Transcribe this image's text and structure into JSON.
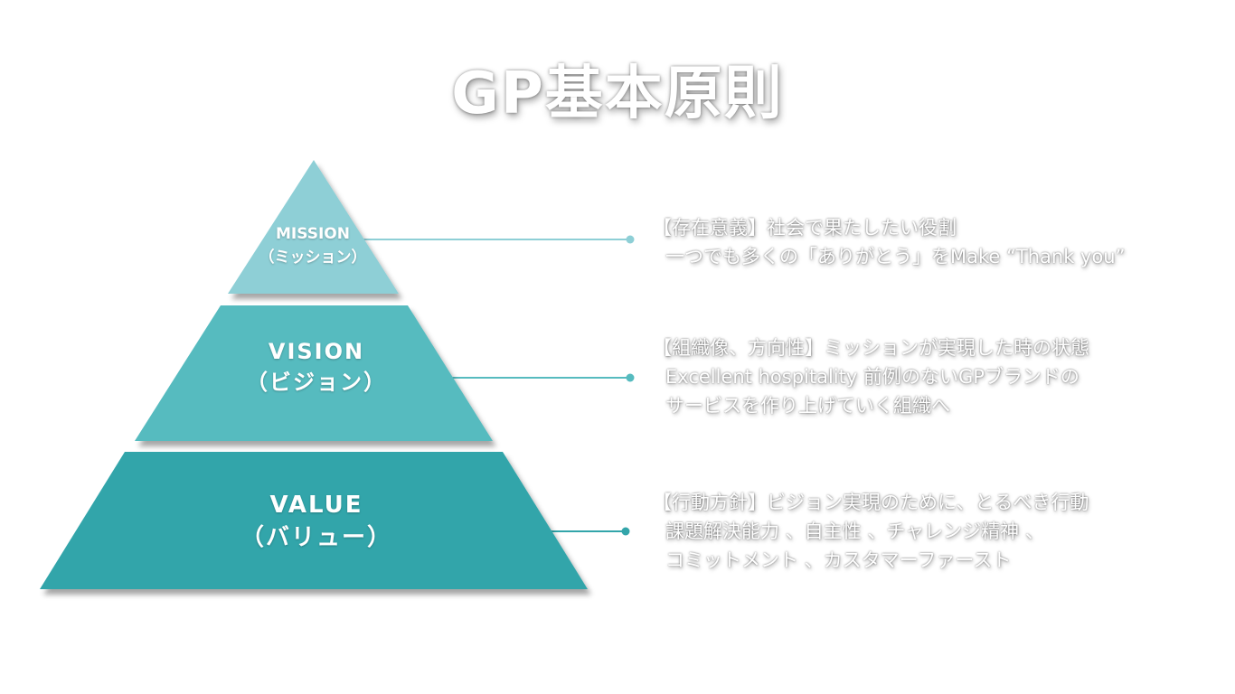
{
  "title": "GP基本原則",
  "colors": {
    "mission": "#8ecfd6",
    "vision": "#56bbbf",
    "value": "#33a5aa",
    "connector_mission": "#8ecfd6",
    "connector_vision": "#56bbbf",
    "connector_value": "#33a5aa"
  },
  "tiers": [
    {
      "name": "MISSION",
      "reading": "（ミッション）",
      "heading": "【存在意義】社会で果たしたい役割",
      "lines": [
        "一つでも多くの「ありがとう」をMake “Thank you”"
      ]
    },
    {
      "name": "VISION",
      "reading": "（ビジョン）",
      "heading": "【組織像、方向性】ミッションが実現した時の状態",
      "lines": [
        "Excellent hospitality 前例のないGPブランドの",
        "サービスを作り上げていく組織へ"
      ]
    },
    {
      "name": "VALUE",
      "reading": "（バリュー）",
      "heading": "【行動方針】ビジョン実現のために、とるべき行動",
      "lines": [
        "課題解決能力 、自主性 、チャレンジ精神 、",
        "コミットメント 、カスタマーファースト"
      ]
    }
  ]
}
